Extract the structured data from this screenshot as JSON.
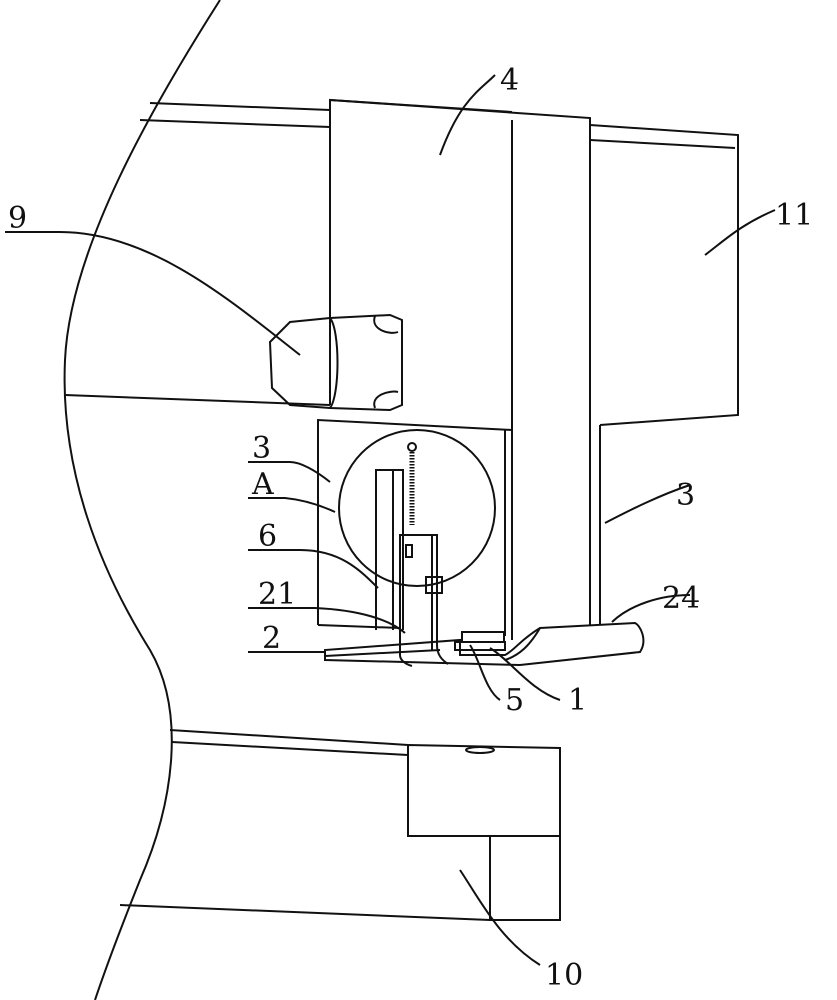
{
  "labels": {
    "column": "4",
    "box": "11",
    "motor": "9",
    "plate_left": "3",
    "detail": "A",
    "rod": "6",
    "bracket": "21",
    "base": "2",
    "plate_right": "3",
    "skid": "24",
    "part5": "5",
    "part1": "1",
    "lower_block": "10"
  }
}
